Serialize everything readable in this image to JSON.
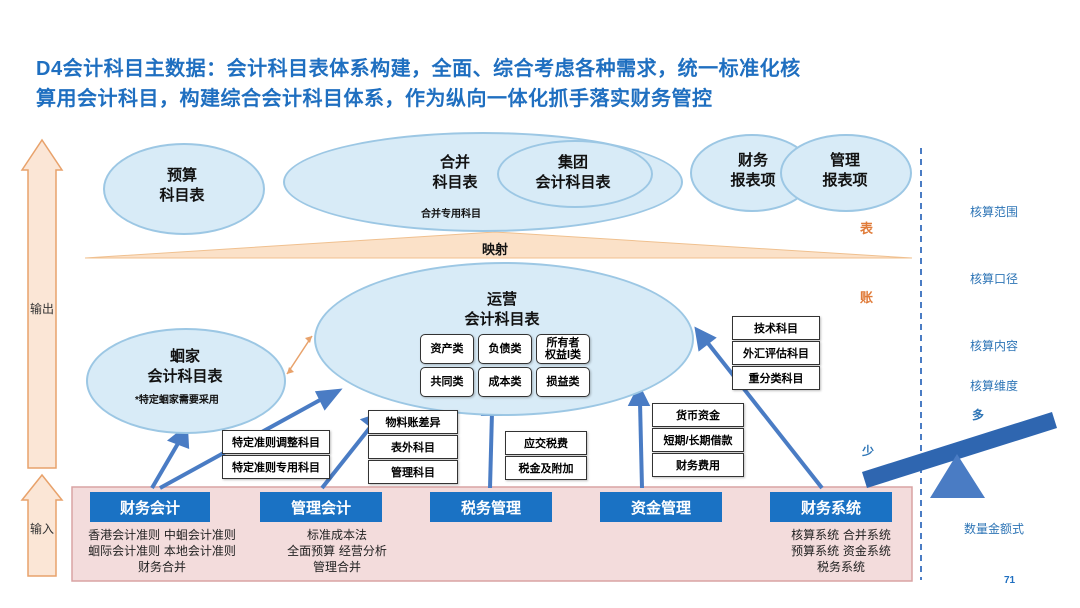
{
  "title": {
    "line1": "D4会计科目主数据：会计科目表体系构建，全面、综合考虑各种需求，统一标准化核",
    "line2": "算用会计科目，构建综合会计科目体系，作为纵向一体化抓手落实财务管控"
  },
  "left_arrows": {
    "output": "输出",
    "input": "输入"
  },
  "top": {
    "budget": "预算\n科目表",
    "consolidated": "合并\n科目表",
    "consolidated_note": "合并专用科目",
    "group": "集团\n会计科目表",
    "fin_report": "财务\n报表项",
    "mgmt_report": "管理\n报表项",
    "mapping": "映射"
  },
  "middle": {
    "ops_title": "运营\n会计科目表",
    "categories": [
      "资产类",
      "负债类",
      "所有者\n权益l类",
      "共同类",
      "成本类",
      "损益类"
    ],
    "shun_title": "蛔家\n会计科目表",
    "shun_note": "*特定蛔家需要采用",
    "right_boxes": [
      "技术科目",
      "外汇评估科目",
      "重分类科目"
    ]
  },
  "support_boxes": {
    "financial_acc": [
      "特定准则调整科目",
      "特定准则专用科目"
    ],
    "mgmt_acc": [
      "物料账差异",
      "表外科目",
      "管理科目"
    ],
    "tax": [
      "应交税费",
      "税金及附加"
    ],
    "fund": [
      "货币资金",
      "短期/长期借款",
      "财务费用"
    ]
  },
  "bottom": {
    "modules": [
      "财务会计",
      "管理会计",
      "税务管理",
      "资金管理",
      "财务系统"
    ],
    "fin_acc_text": "香港会计准则  中蛔会计准则\n蛔际会计准则  本地会计准则\n财务合并",
    "mgmt_acc_text": "标准成本法\n全面预算    经营分析\n管理合并",
    "fin_sys_text": "核算系统  合并系统\n预算系统  资金系统\n税务系统"
  },
  "right_scale": {
    "table": "表",
    "account": "账",
    "few": "少",
    "many": "多",
    "labels": [
      "核算范围",
      "核算口径",
      "核算内容",
      "核算维度"
    ],
    "bottom_label": "数量金额式"
  },
  "page_number": "71",
  "colors": {
    "title": "#1f6fc0",
    "ellipse_fill": "#d8ebf7",
    "ellipse_border": "#9cc7e4",
    "button": "#1a72c4",
    "arrow": "#4a7cc4",
    "input_band": "#f3dcdc",
    "orange": "#e07b39"
  }
}
